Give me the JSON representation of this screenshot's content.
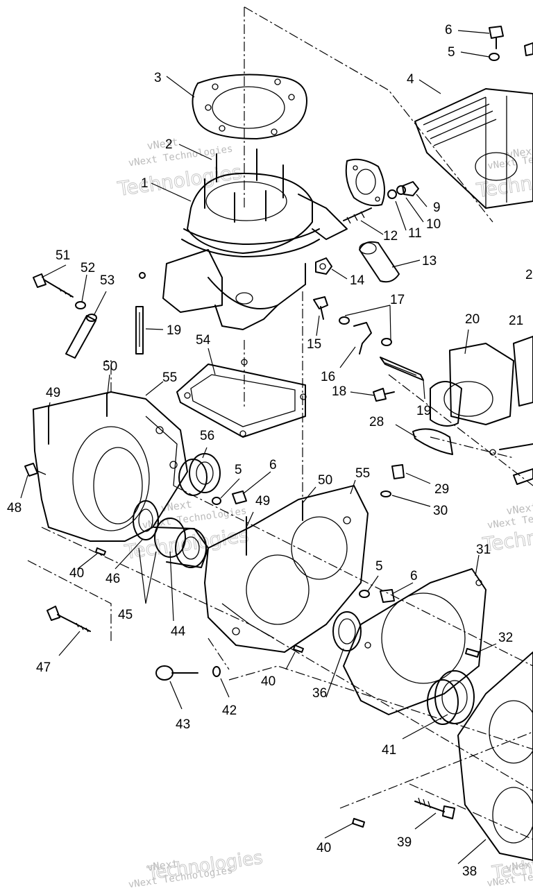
{
  "parts": [
    {
      "id": "p1",
      "num": "1"
    },
    {
      "id": "p2",
      "num": "2"
    },
    {
      "id": "p3",
      "num": "3"
    },
    {
      "id": "p4",
      "num": "4"
    },
    {
      "id": "p5a",
      "num": "5"
    },
    {
      "id": "p6a",
      "num": "6"
    },
    {
      "id": "p9",
      "num": "9"
    },
    {
      "id": "p10",
      "num": "10"
    },
    {
      "id": "p11",
      "num": "11"
    },
    {
      "id": "p12",
      "num": "12"
    },
    {
      "id": "p13",
      "num": "13"
    },
    {
      "id": "p14",
      "num": "14"
    },
    {
      "id": "p15",
      "num": "15"
    },
    {
      "id": "p16",
      "num": "16"
    },
    {
      "id": "p17",
      "num": "17"
    },
    {
      "id": "p18",
      "num": "18"
    },
    {
      "id": "p19a",
      "num": "19"
    },
    {
      "id": "p19b",
      "num": "19"
    },
    {
      "id": "p20",
      "num": "20"
    },
    {
      "id": "p21",
      "num": "21"
    },
    {
      "id": "p2b",
      "num": "2"
    },
    {
      "id": "p28",
      "num": "28"
    },
    {
      "id": "p29",
      "num": "29"
    },
    {
      "id": "p30",
      "num": "30"
    },
    {
      "id": "p31",
      "num": "31"
    },
    {
      "id": "p32",
      "num": "32"
    },
    {
      "id": "p36",
      "num": "36"
    },
    {
      "id": "p38",
      "num": "38"
    },
    {
      "id": "p39",
      "num": "39"
    },
    {
      "id": "p40a",
      "num": "40"
    },
    {
      "id": "p40b",
      "num": "40"
    },
    {
      "id": "p40c",
      "num": "40"
    },
    {
      "id": "p41",
      "num": "41"
    },
    {
      "id": "p42",
      "num": "42"
    },
    {
      "id": "p43",
      "num": "43"
    },
    {
      "id": "p44",
      "num": "44"
    },
    {
      "id": "p45",
      "num": "45"
    },
    {
      "id": "p46",
      "num": "46"
    },
    {
      "id": "p47",
      "num": "47"
    },
    {
      "id": "p48",
      "num": "48"
    },
    {
      "id": "p49a",
      "num": "49"
    },
    {
      "id": "p49b",
      "num": "49"
    },
    {
      "id": "p50a",
      "num": "50"
    },
    {
      "id": "p50b",
      "num": "50"
    },
    {
      "id": "p51",
      "num": "51"
    },
    {
      "id": "p52",
      "num": "52"
    },
    {
      "id": "p53",
      "num": "53"
    },
    {
      "id": "p54",
      "num": "54"
    },
    {
      "id": "p55a",
      "num": "55"
    },
    {
      "id": "p55b",
      "num": "55"
    },
    {
      "id": "p56",
      "num": "56"
    },
    {
      "id": "p5b",
      "num": "5"
    },
    {
      "id": "p6b",
      "num": "6"
    },
    {
      "id": "p5c",
      "num": "5"
    },
    {
      "id": "p6c",
      "num": "6"
    }
  ],
  "watermarks": [
    {
      "id": "wm1",
      "line1": "vNext",
      "line2": "vNext Technologies",
      "line3": "Technologies"
    },
    {
      "id": "wm2",
      "line1": "vNext",
      "line2": "vNext Technologies",
      "line3": "Technologies"
    },
    {
      "id": "wm3",
      "line1": "vNext",
      "line2": "vNext Technologies",
      "line3": "Technologies"
    },
    {
      "id": "wm4",
      "line1": "vNext",
      "line2": "vNext Technologies",
      "line3": "Technologies"
    },
    {
      "id": "wm5",
      "line1": "vNext",
      "line2": "vNext Technologies",
      "line3": "Technologies"
    },
    {
      "id": "wm6",
      "line1": "vNext",
      "line2": "vNext Technologies",
      "line3": "Technologies"
    }
  ],
  "colors": {
    "ink": "#000000",
    "paper": "#ffffff",
    "watermark": "#bbbbbb"
  }
}
